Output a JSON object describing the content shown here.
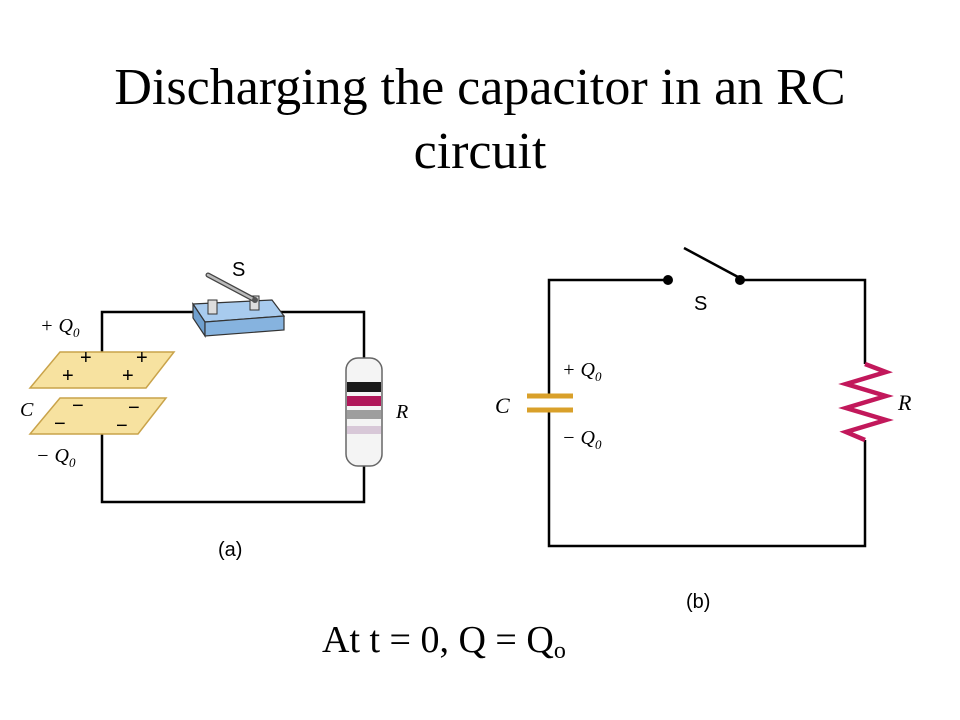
{
  "title": {
    "line1": "Discharging the capacitor in an RC",
    "line2": "circuit"
  },
  "footer": {
    "prefix": "At t = 0, Q = Q",
    "subscript": "o"
  },
  "figure_a": {
    "caption": "(a)",
    "switch_label": "S",
    "capacitor_label": "C",
    "resistor_label": "R",
    "top_charge": "+ Q",
    "top_charge_sub": "0",
    "bottom_charge": "− Q",
    "bottom_charge_sub": "0",
    "plus_sign": "+",
    "minus_sign": "−"
  },
  "figure_b": {
    "caption": "(b)",
    "switch_label": "S",
    "capacitor_label": "C",
    "resistor_label": "R",
    "top_charge": "+ Q",
    "top_charge_sub": "0",
    "bottom_charge": "− Q",
    "bottom_charge_sub": "0"
  },
  "colors": {
    "wire": "#000000",
    "plate_fill": "#f7e2a0",
    "plate_stroke": "#c9a34a",
    "switch_base": "#9cc4ea",
    "capacitor_symbol": "#d9a02a",
    "resistor_symbol": "#c2185b"
  }
}
